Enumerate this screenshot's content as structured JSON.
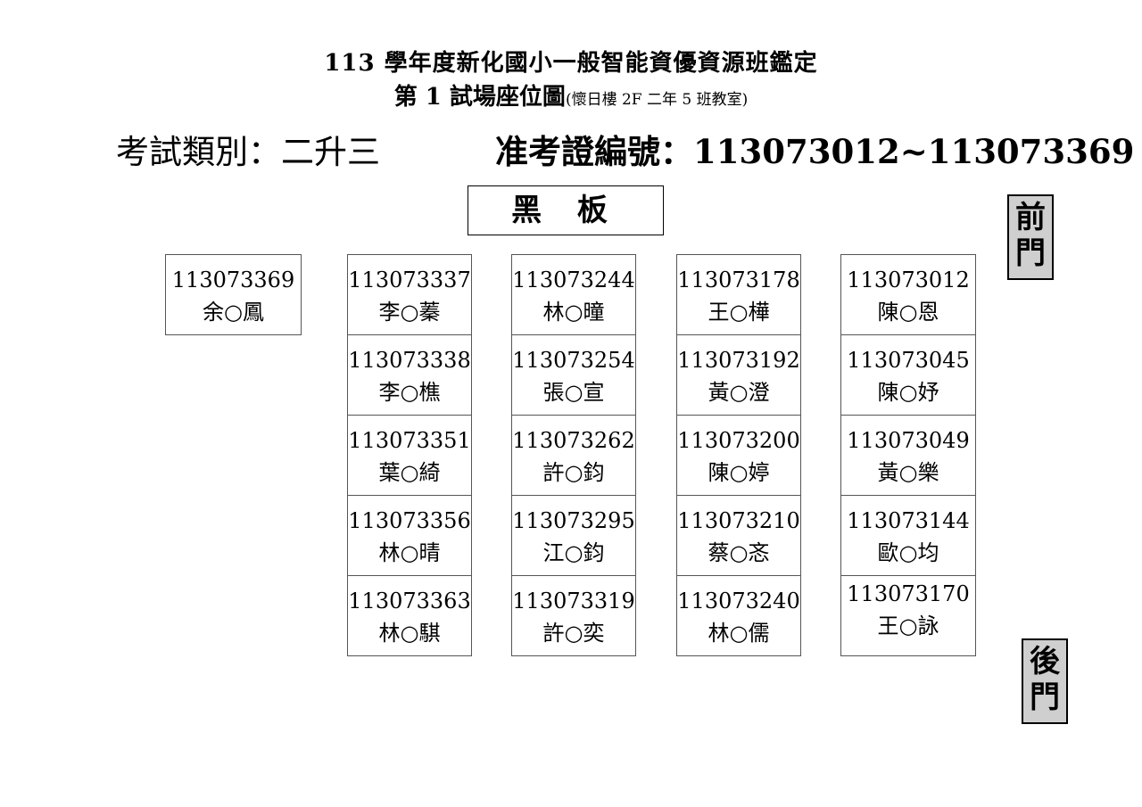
{
  "header": {
    "title": "113 學年度新化國小一般智能資優資源班鑑定",
    "subtitle_main": "第 1 試場座位圖",
    "subtitle_note": "(懷日樓 2F 二年 5 班教室)",
    "exam_category": "考試類別：二升三",
    "ticket_range": "准考證編號：113073012~113073369"
  },
  "room": {
    "blackboard": "黑 板",
    "front_door": "前門",
    "back_door": "後門"
  },
  "seats": [
    [
      {
        "id": "113073369",
        "name": "余○鳳"
      }
    ],
    [
      {
        "id": "113073337",
        "name": "李○蓁"
      },
      {
        "id": "113073338",
        "name": "李○樵"
      },
      {
        "id": "113073351",
        "name": "葉○綺"
      },
      {
        "id": "113073356",
        "name": "林○晴"
      },
      {
        "id": "113073363",
        "name": "林○騏"
      }
    ],
    [
      {
        "id": "113073244",
        "name": "林○曈"
      },
      {
        "id": "113073254",
        "name": "張○宣"
      },
      {
        "id": "113073262",
        "name": "許○鈞"
      },
      {
        "id": "113073295",
        "name": "江○鈞"
      },
      {
        "id": "113073319",
        "name": "許○奕"
      }
    ],
    [
      {
        "id": "113073178",
        "name": "王○樺"
      },
      {
        "id": "113073192",
        "name": "黃○澄"
      },
      {
        "id": "113073200",
        "name": "陳○婷"
      },
      {
        "id": "113073210",
        "name": "蔡○忞"
      },
      {
        "id": "113073240",
        "name": "林○儒"
      }
    ],
    [
      {
        "id": "113073012",
        "name": "陳○恩"
      },
      {
        "id": "113073045",
        "name": "陳○妤"
      },
      {
        "id": "113073049",
        "name": "黃○樂"
      },
      {
        "id": "113073144",
        "name": "歐○均"
      },
      {
        "id": "113073170",
        "name": "王○詠"
      }
    ]
  ]
}
